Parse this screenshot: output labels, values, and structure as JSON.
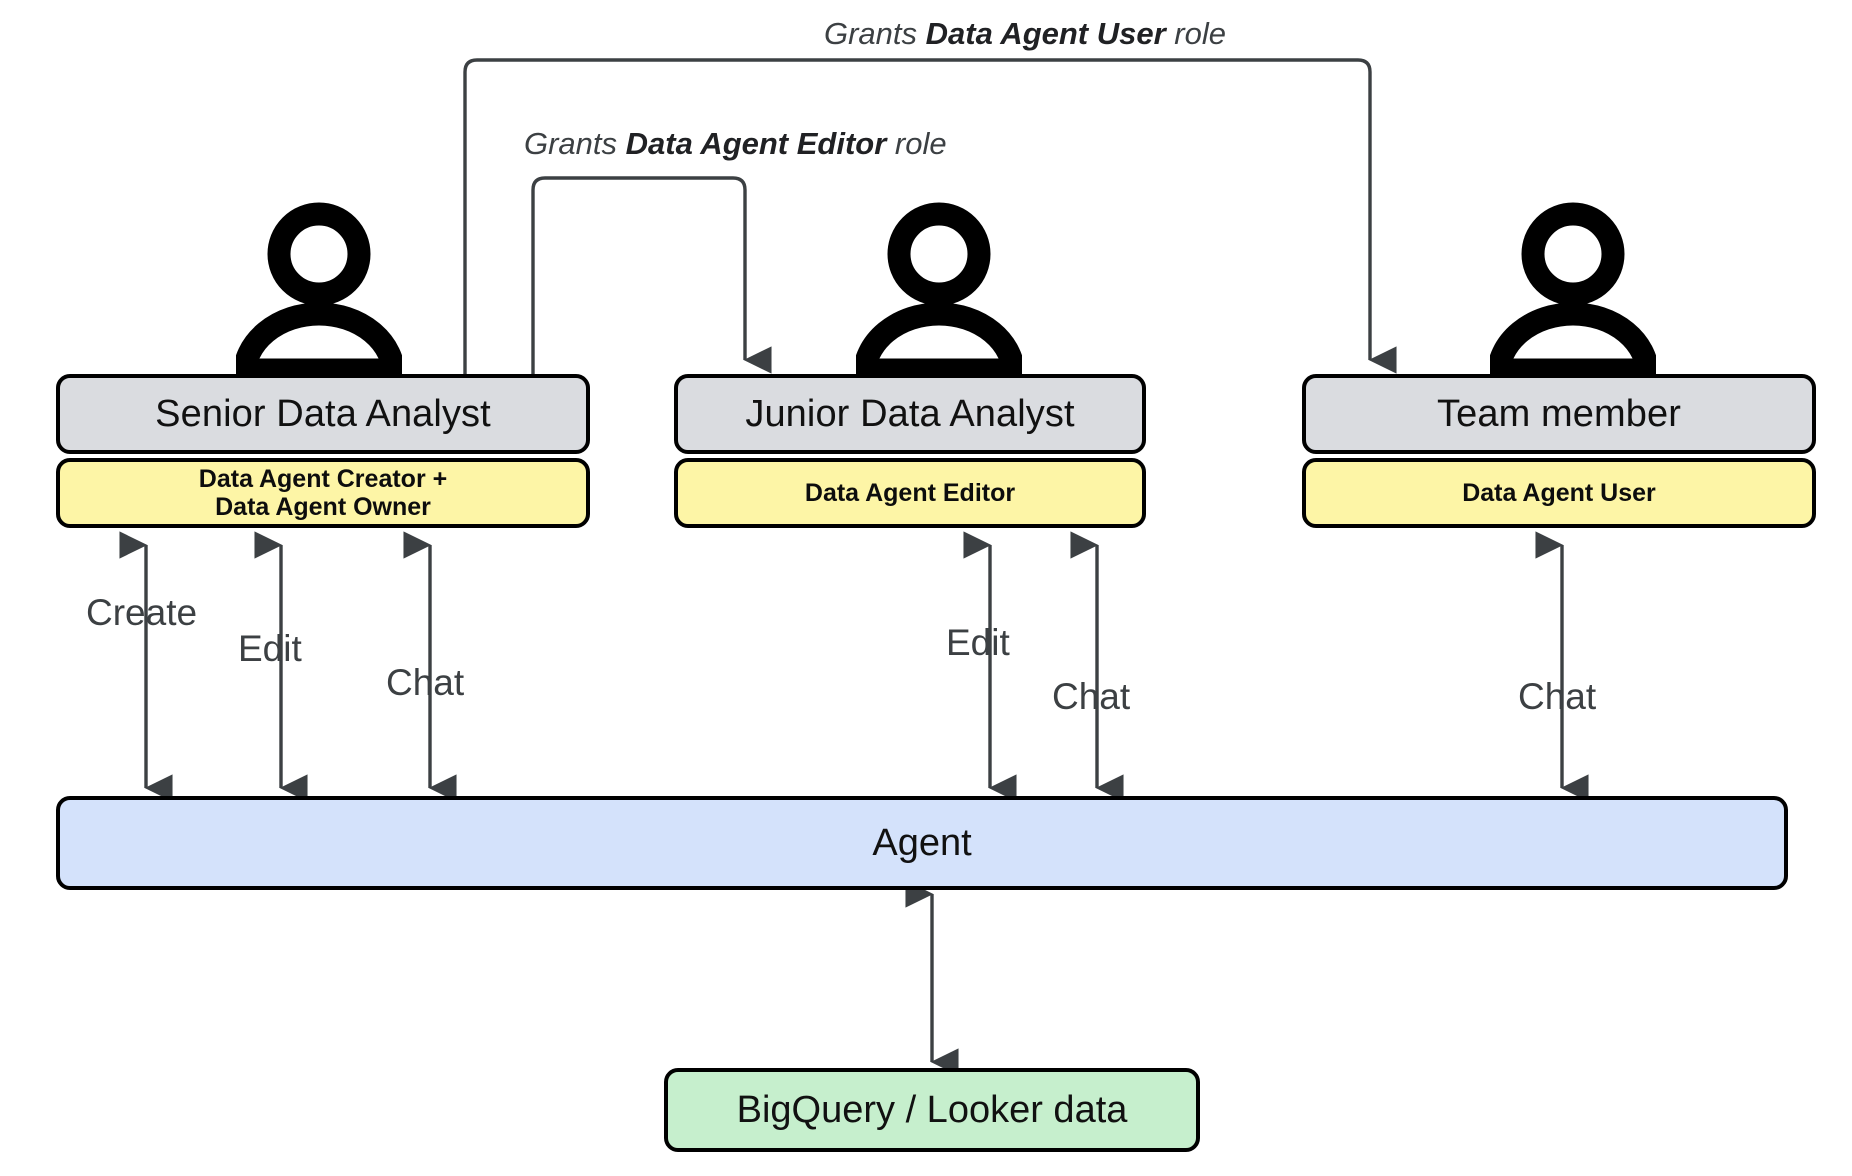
{
  "diagram": {
    "title": "Data Agent role grants and interactions",
    "colors": {
      "role_title_fill": "#dadce0",
      "role_perm_fill": "#fdf5a6",
      "agent_fill": "#d4e2fb",
      "data_fill": "#c6efcd",
      "stroke": "#000000",
      "arrow": "#3c4043",
      "text": "#3c4043"
    }
  },
  "grants": [
    {
      "id": "grant-user",
      "prefix": "Grants ",
      "role": "Data Agent User",
      "suffix": " role",
      "from": "Senior Data Analyst",
      "to": "Team member"
    },
    {
      "id": "grant-editor",
      "prefix": "Grants ",
      "role": "Data Agent Editor",
      "suffix": " role",
      "from": "Senior Data Analyst",
      "to": "Junior Data Analyst"
    }
  ],
  "personas": [
    {
      "id": "senior-data-analyst",
      "icon": "person-icon",
      "title": "Senior Data Analyst",
      "permissions": [
        "Data Agent Creator +",
        "Data Agent Owner"
      ],
      "actions": [
        "Create",
        "Edit",
        "Chat"
      ]
    },
    {
      "id": "junior-data-analyst",
      "icon": "person-icon",
      "title": "Junior Data Analyst",
      "permissions": [
        "Data Agent Editor"
      ],
      "actions": [
        "Edit",
        "Chat"
      ]
    },
    {
      "id": "team-member",
      "icon": "person-icon",
      "title": "Team member",
      "permissions": [
        "Data Agent User"
      ],
      "actions": [
        "Chat"
      ]
    }
  ],
  "agent": {
    "label": "Agent"
  },
  "datasource": {
    "label": "BigQuery / Looker data"
  }
}
